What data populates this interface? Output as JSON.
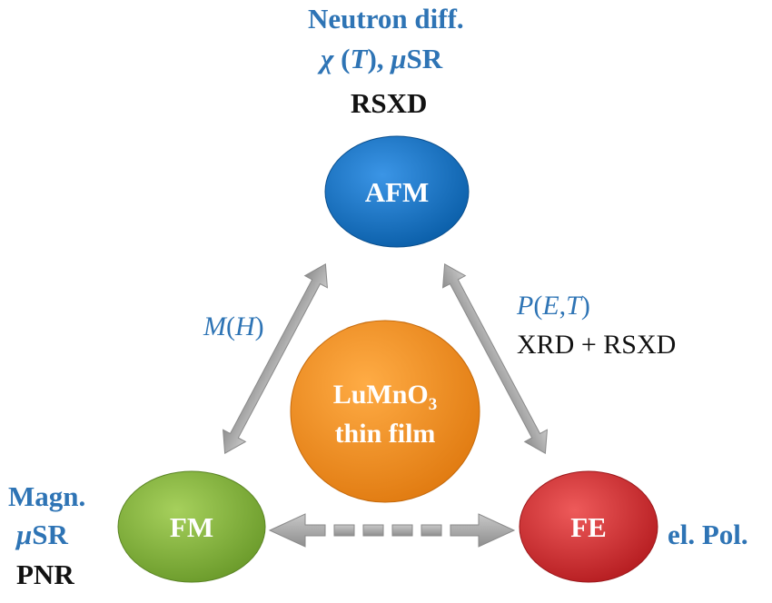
{
  "nodes": {
    "afm": {
      "label": "AFM",
      "color": "#0e6fc4"
    },
    "fm": {
      "label": "FM",
      "color": "#84b63a"
    },
    "fe": {
      "label": "FE",
      "color": "#d8282e"
    },
    "center": {
      "line1": "LuMnO",
      "sub": "3",
      "line2": "thin film",
      "color": "#f08a1a"
    }
  },
  "top_labels": {
    "line1": "Neutron diff.",
    "chi": "χ",
    "chi_arg": "(T)",
    "mu": "μ",
    "musr": "SR",
    "sep": ", ",
    "line3": "RSXD"
  },
  "left_labels": {
    "line1": "Magn.",
    "mu": "μ",
    "sr": "SR",
    "line3": "PNR"
  },
  "right_label": "el. Pol.",
  "edge_labels": {
    "left_edge": "M(H)",
    "right_edge_1": "P(E,T)",
    "right_edge_2": "XRD + RSXD"
  },
  "colors": {
    "blue_text": "#2e74b5",
    "arrow_gray": "#a6a6a6"
  }
}
